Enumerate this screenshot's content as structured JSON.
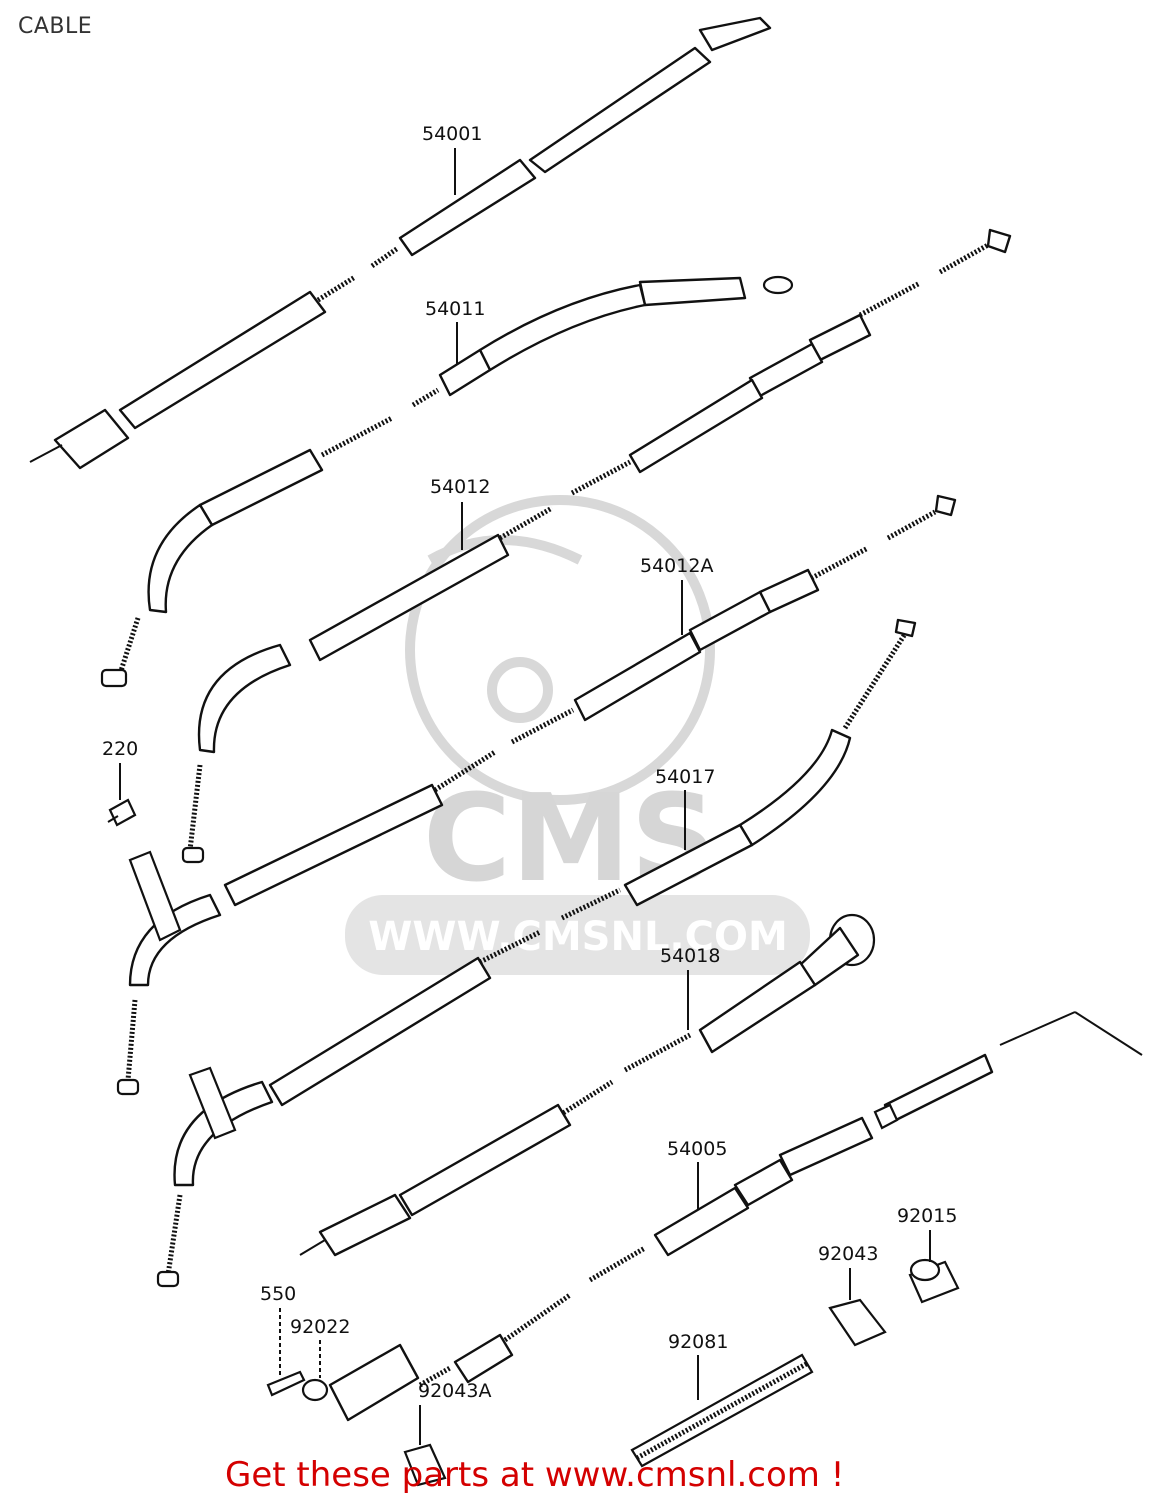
{
  "title": "CABLE",
  "footer": "Get these parts at www.cmsnl.com !",
  "watermark": {
    "brand": "CMS",
    "url": "WWW.CMSNL.COM"
  },
  "parts": [
    {
      "id": "54001",
      "label": "54001"
    },
    {
      "id": "54011",
      "label": "54011"
    },
    {
      "id": "54012",
      "label": "54012"
    },
    {
      "id": "54012A",
      "label": "54012A"
    },
    {
      "id": "220",
      "label": "220"
    },
    {
      "id": "54017",
      "label": "54017"
    },
    {
      "id": "54018",
      "label": "54018"
    },
    {
      "id": "54005",
      "label": "54005"
    },
    {
      "id": "92015",
      "label": "92015"
    },
    {
      "id": "92043",
      "label": "92043"
    },
    {
      "id": "550",
      "label": "550"
    },
    {
      "id": "92022",
      "label": "92022"
    },
    {
      "id": "92081",
      "label": "92081"
    },
    {
      "id": "92043A",
      "label": "92043A"
    }
  ]
}
